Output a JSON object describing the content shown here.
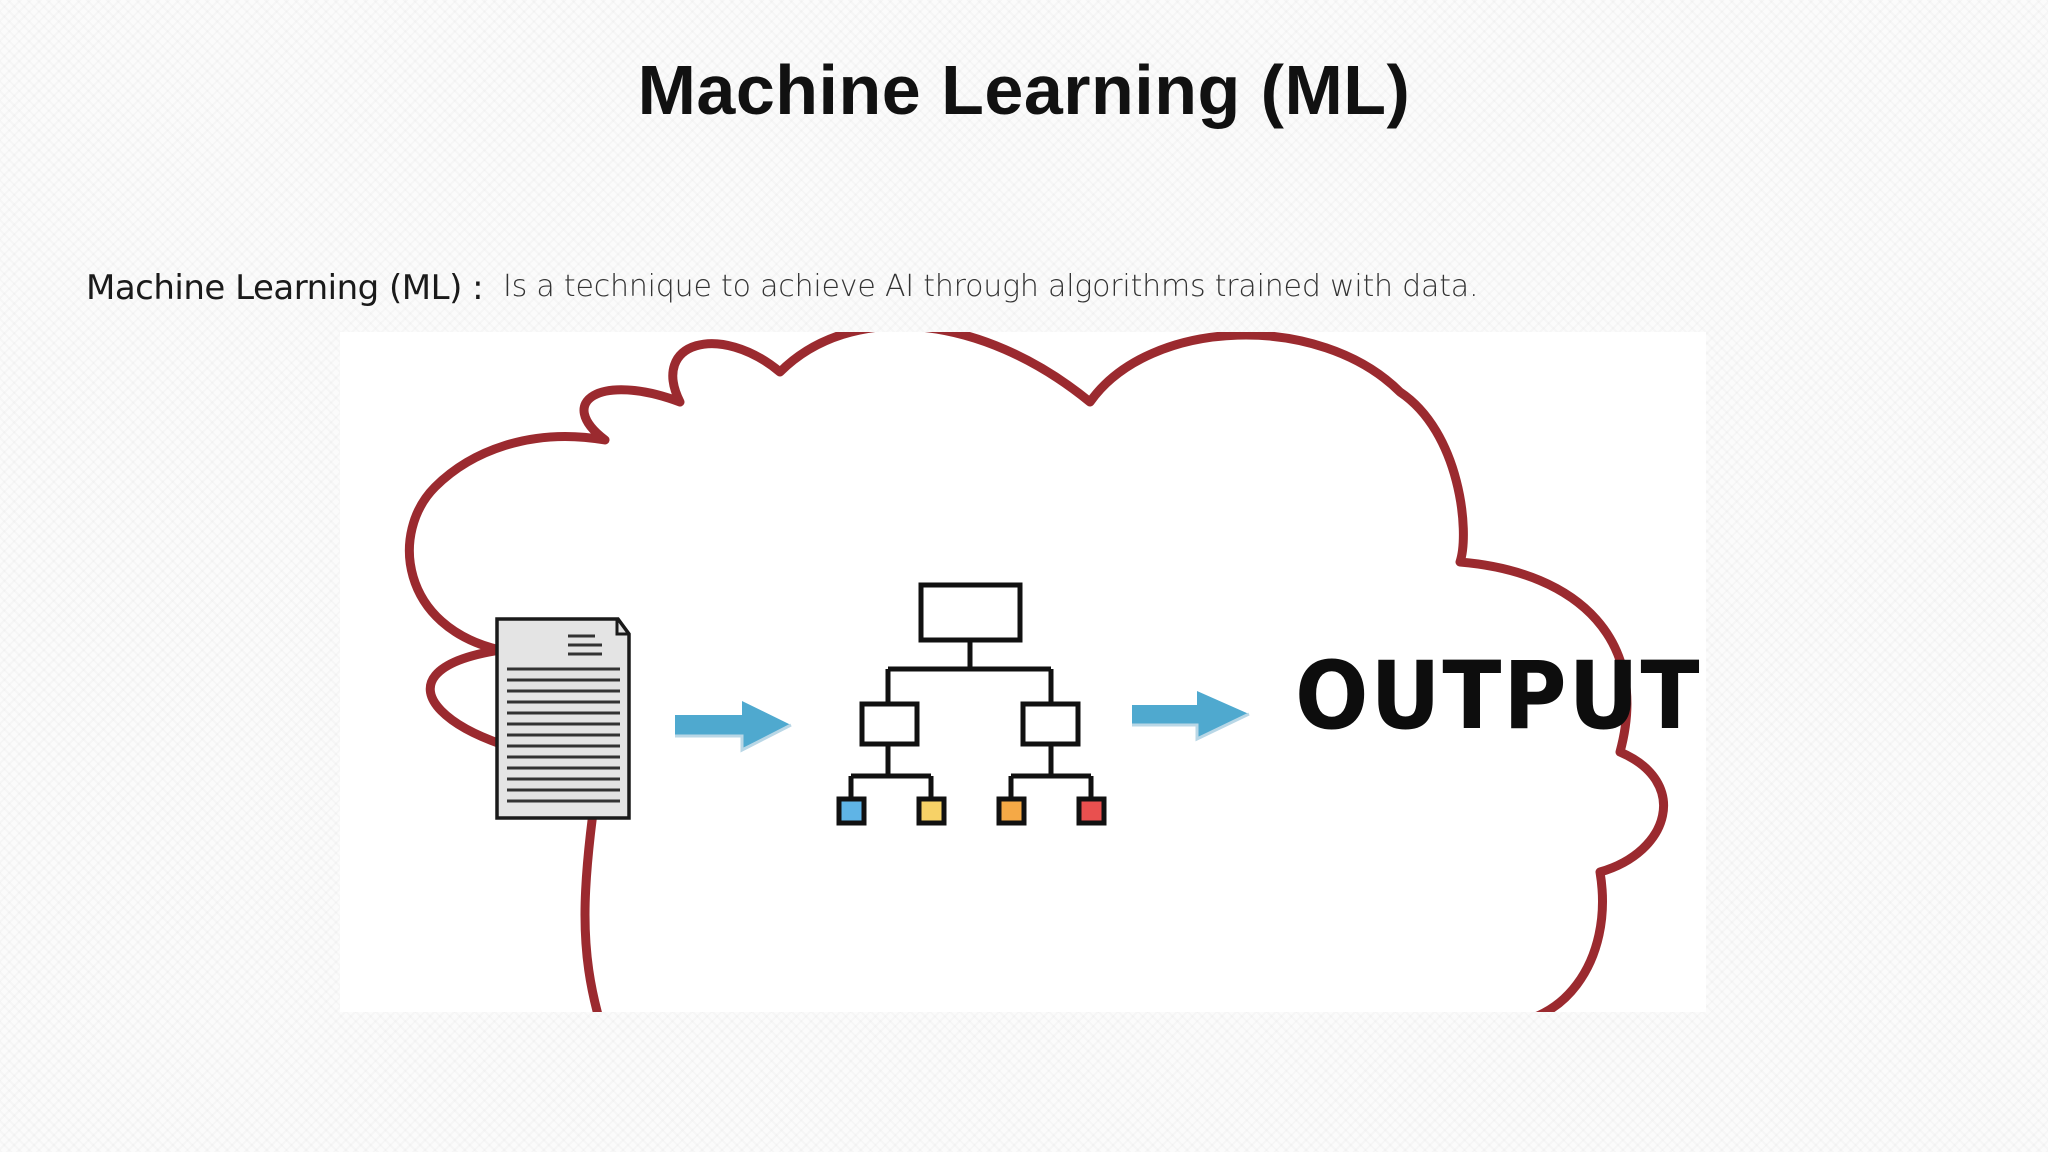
{
  "slide": {
    "title": "Machine Learning (ML)",
    "definition_term": "Machine Learning (ML) :",
    "definition_text": "Is a technique to achieve AI through algorithms trained with data."
  },
  "diagram": {
    "output_label": "OUTPUT",
    "colors": {
      "cloud_outline": "#9b2a2f",
      "arrow": "#4fa9cf",
      "leaf_blue": "#5fb4e6",
      "leaf_yellow": "#f7d267",
      "leaf_orange": "#f5a946",
      "leaf_red": "#e9504f"
    },
    "icons": [
      "document-icon",
      "right-arrow-icon",
      "decision-tree-icon",
      "right-arrow-icon"
    ]
  }
}
